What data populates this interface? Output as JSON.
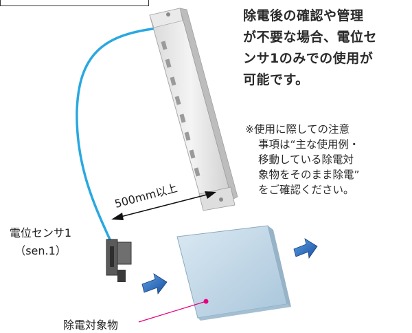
{
  "main_note": [
    "除電後の確認や管理",
    "が不要な場合、電位セ",
    "ンサ1のみでの使用が",
    "可能です。"
  ],
  "sub_note": [
    "※使用に際しての注意",
    "事項は“主な使用例・",
    "移動している除電対",
    "象物をそのまま除電”",
    "をご確認ください。"
  ],
  "distance_label": "500mm以上",
  "sensor_label": [
    "電位センサ1",
    "（sen.1）"
  ],
  "target_label": "除電対象物",
  "colors": {
    "cable": "#29a8e0",
    "arrow": "#2a6fc1",
    "target_object": "#b9d3e4",
    "leader_line": "#e6007e",
    "bar": "#e9e9e9"
  }
}
